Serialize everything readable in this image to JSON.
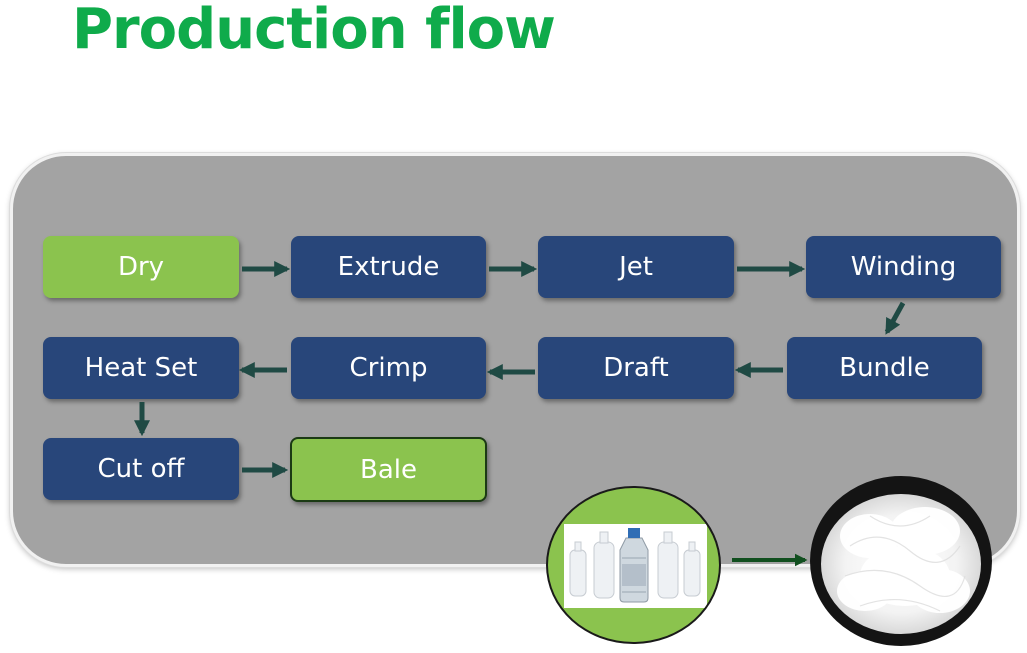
{
  "title": "Production flow",
  "colors": {
    "title": "#0fab4b",
    "process_box": "#28467a",
    "start_end_box": "#8bc34e",
    "arrow": "#1f4a44",
    "panel": "#a3a3a3"
  },
  "steps": {
    "dry": "Dry",
    "extrude": "Extrude",
    "jet": "Jet",
    "winding": "Winding",
    "bundle": "Bundle",
    "draft": "Draft",
    "crimp": "Crimp",
    "heat_set": "Heat Set",
    "cut_off": "Cut off",
    "bale": "Bale"
  },
  "images": {
    "input": "plastic-bottles-image",
    "output": "polyester-fiber-image"
  }
}
